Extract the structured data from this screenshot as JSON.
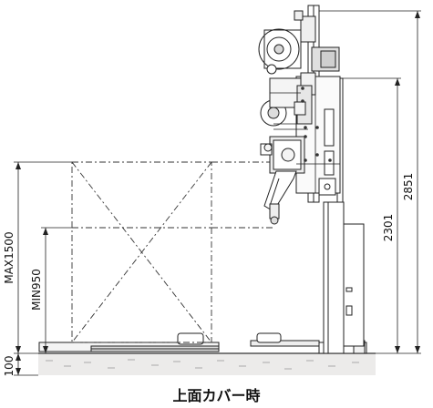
{
  "dimensions": {
    "overall_height": "2851",
    "column_height": "2301",
    "max_height": "MAX1500",
    "min_height": "MIN950",
    "floor_offset": "100"
  },
  "caption": "上面カバー時"
}
